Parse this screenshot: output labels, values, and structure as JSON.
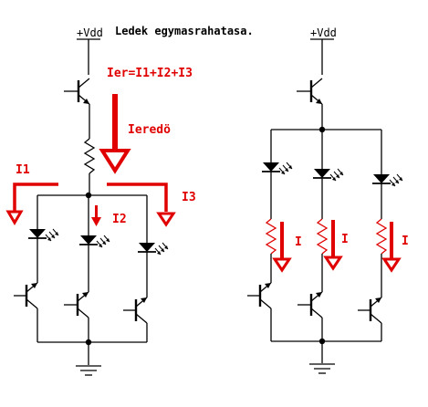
{
  "title": "Ledek egymasrahatasa.",
  "supply_label": "+Vdd",
  "left": {
    "current_formula": "Ier=I1+I2+I3",
    "total_current_label": "Ieredö",
    "branch_labels": [
      "I1",
      "I2",
      "I3"
    ]
  },
  "right": {
    "branch_label": "I"
  },
  "colors": {
    "circuit": "#000000",
    "annotation": "#e00000",
    "background": "#ffffff"
  },
  "icons": [
    "transistor-icon",
    "resistor-icon",
    "led-icon",
    "ground-icon",
    "node-dot-icon",
    "current-arrow-icon"
  ]
}
